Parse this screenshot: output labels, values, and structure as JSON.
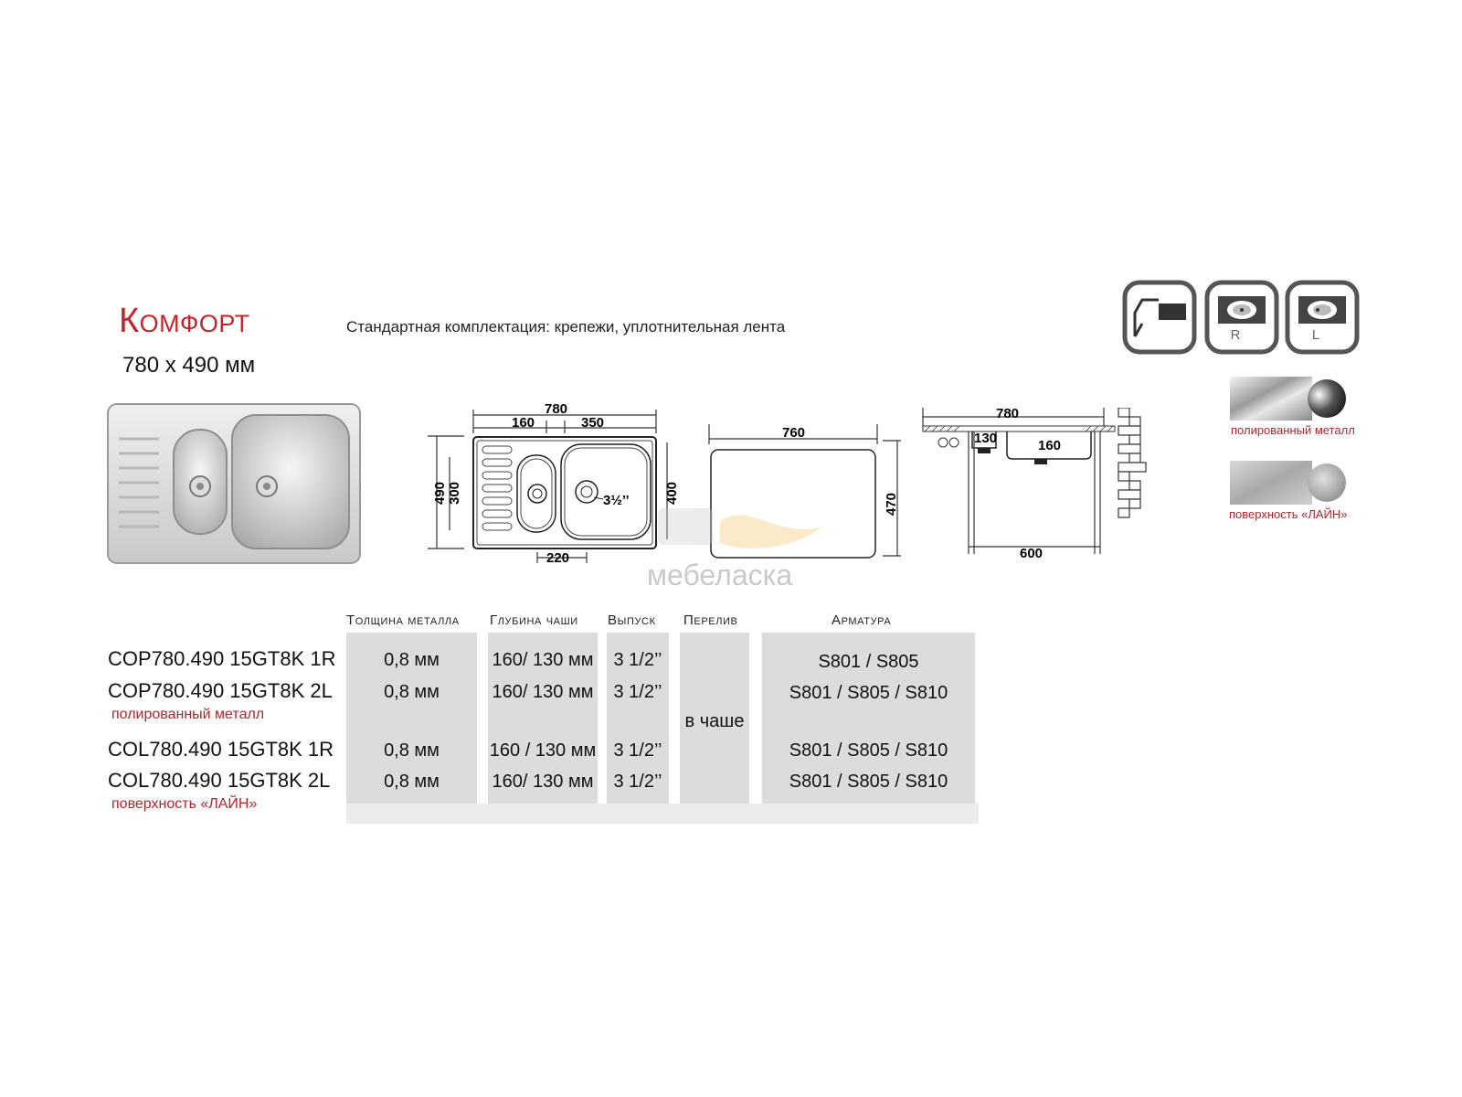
{
  "header": {
    "title": "Комфорт",
    "size": "780 х 490 мм",
    "kit": "Стандартная комплектация: крепежи, уплотнительная лента"
  },
  "icons": {
    "mount_icon": "flush-mount-icon",
    "right_icon": "bowl-right-icon",
    "left_icon": "bowl-left-icon",
    "right_label": "R",
    "left_label": "L"
  },
  "materials": {
    "polished": "полированный металл",
    "line": "поверхность «ЛАЙН»"
  },
  "drawing": {
    "top_total": "780",
    "top_small": "160",
    "top_big": "350",
    "height_total": "490",
    "small_bowl_h": "300",
    "big_bowl_h": "400",
    "drain": "3½’’",
    "bottom": "220",
    "cutout_w": "760",
    "cutout_h": "470",
    "side_total": "780",
    "side_130": "130",
    "side_160": "160",
    "side_600": "600"
  },
  "watermark": "мебеласка",
  "table": {
    "headers": [
      "Толщина металла",
      "Глубина чаши",
      "Выпуск",
      "Перелив",
      "Арматура"
    ],
    "overflow": "в чаше",
    "rows": [
      {
        "model": "COP780.490 15GT8K 1R",
        "thickness": "0,8 мм",
        "depth": "160/ 130 мм",
        "drain": "3 1/2’’",
        "fittings": "S801 / S805"
      },
      {
        "model": "COP780.490 15GT8K 2L",
        "thickness": "0,8 мм",
        "depth": "160/ 130 мм",
        "drain": "3 1/2’’",
        "fittings": "S801 / S805 / S810"
      },
      {
        "model": "COL780.490 15GT8K 1R",
        "thickness": "0,8 мм",
        "depth": "160 / 130 мм",
        "drain": "3 1/2’’",
        "fittings": "S801 / S805 / S810"
      },
      {
        "model": "COL780.490 15GT8K 2L",
        "thickness": "0,8 мм",
        "depth": "160/ 130 мм",
        "drain": "3 1/2’’",
        "fittings": "S801 / S805 / S810"
      }
    ],
    "group_labels": [
      "полированный металл",
      "поверхность «ЛАЙН»"
    ]
  }
}
